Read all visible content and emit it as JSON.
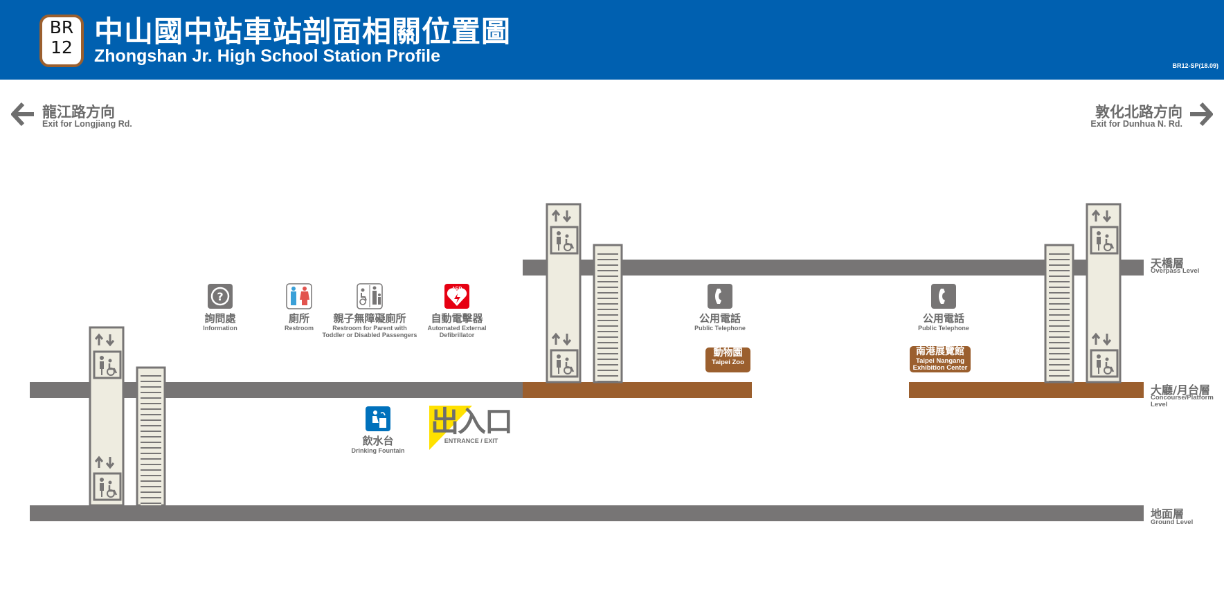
{
  "header": {
    "badge_line": "BR",
    "badge_number": "12",
    "title_zh": "中山國中站車站剖面相關位置圖",
    "title_en": "Zhongshan Jr. High School Station Profile",
    "code": "BR12-SP(18.09)"
  },
  "directions": {
    "left": {
      "zh": "龍江路方向",
      "en": "Exit for Longjiang Rd."
    },
    "right": {
      "zh": "敦化北路方向",
      "en": "Exit for Dunhua N. Rd."
    }
  },
  "levels": {
    "overpass": {
      "zh": "天橋層",
      "en": "Overpass Level"
    },
    "concourse": {
      "zh": "大廳/月台層",
      "en": "Concourse/Platform\nLevel"
    },
    "ground": {
      "zh": "地面層",
      "en": "Ground Level"
    }
  },
  "facilities": {
    "information": {
      "zh": "詢問處",
      "en": "Information"
    },
    "restroom": {
      "zh": "廁所",
      "en": "Restroom"
    },
    "family_restroom": {
      "zh": "親子無障礙廁所",
      "en": "Restroom for Parent with\nToddler or Disabled Passengers"
    },
    "aed": {
      "zh": "自動電擊器",
      "en": "Automated External\nDefibrillator",
      "icon_text": "AED"
    },
    "phone_1": {
      "zh": "公用電話",
      "en": "Public Telephone"
    },
    "phone_2": {
      "zh": "公用電話",
      "en": "Public Telephone"
    },
    "drinking_fountain": {
      "zh": "飲水台",
      "en": "Drinking Fountain"
    },
    "entrance_exit": {
      "zh": "出入口",
      "en": "ENTRANCE / EXIT"
    }
  },
  "destinations": {
    "zoo": {
      "zh": "動物園",
      "en": "Taipei Zoo"
    },
    "nangang": {
      "zh": "南港展覽館",
      "en": "Taipei Nangang\nExhibition Center"
    }
  },
  "colors": {
    "header_blue": "#0060b0",
    "line_brown": "#9b5f2e",
    "level_gray": "#777575",
    "shaft_fill": "#eeece0",
    "aed_red": "#e60012",
    "fountain_blue": "#0071bc",
    "restroom_male": "#3aa0d8",
    "restroom_female": "#e2534e",
    "exit_yellow": "#ffe100"
  }
}
